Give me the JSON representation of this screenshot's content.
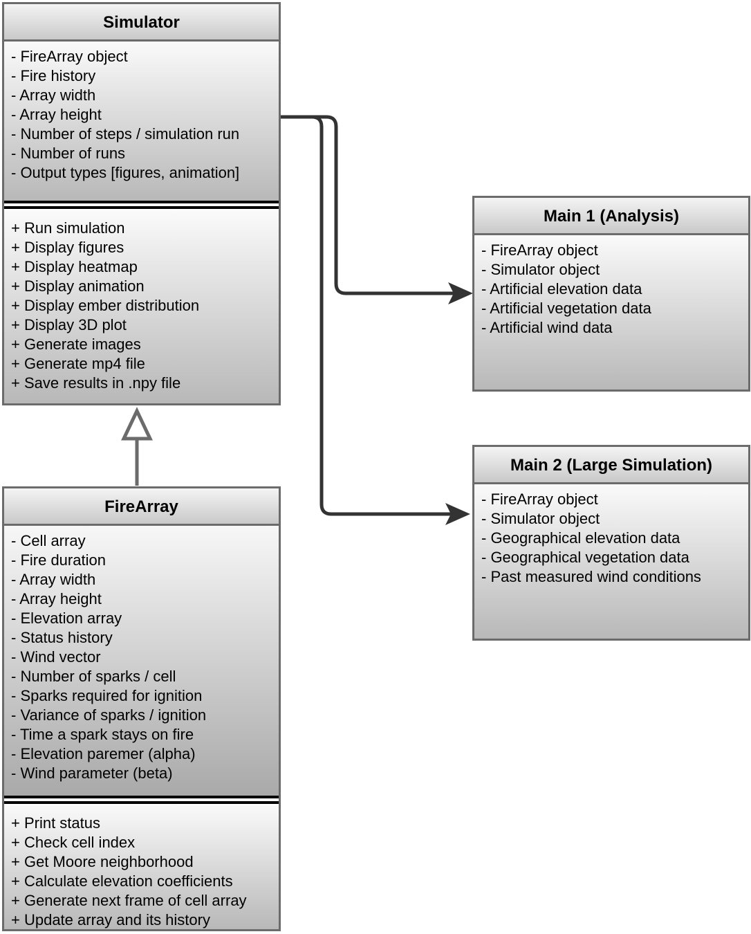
{
  "simulator": {
    "title": "Simulator",
    "attributes": [
      "- FireArray object",
      "- Fire history",
      "- Array width",
      "- Array height",
      "- Number of steps / simulation run",
      "- Number of runs",
      "- Output types [figures, animation]"
    ],
    "methods": [
      "+ Run simulation",
      "+ Display figures",
      "+ Display heatmap",
      "+ Display animation",
      "+ Display ember distribution",
      "+ Display 3D plot",
      "+ Generate images",
      "+ Generate mp4 file",
      "+ Save results in .npy file"
    ]
  },
  "firearray": {
    "title": "FireArray",
    "attributes": [
      "- Cell array",
      "- Fire duration",
      "- Array width",
      "- Array height",
      "- Elevation array",
      "- Status history",
      "- Wind vector",
      "- Number of sparks / cell",
      "- Sparks required for ignition",
      "- Variance of sparks / ignition",
      "- Time a spark stays on fire",
      "- Elevation paremer (alpha)",
      "- Wind parameter (beta)"
    ],
    "methods": [
      "+ Print status",
      "+ Check cell index",
      "+ Get Moore neighborhood",
      "+ Calculate elevation coefficients",
      "+ Generate next frame of cell array",
      "+ Update array and its history"
    ]
  },
  "main1": {
    "title": "Main 1 (Analysis)",
    "attributes": [
      "- FireArray object",
      "- Simulator object",
      "- Artificial elevation data",
      "- Artificial vegetation data",
      "- Artificial wind data"
    ]
  },
  "main2": {
    "title": "Main 2 (Large Simulation)",
    "attributes": [
      "- FireArray object",
      "- Simulator object",
      "- Geographical elevation data",
      "- Geographical vegetation data",
      "- Past measured wind conditions"
    ]
  }
}
